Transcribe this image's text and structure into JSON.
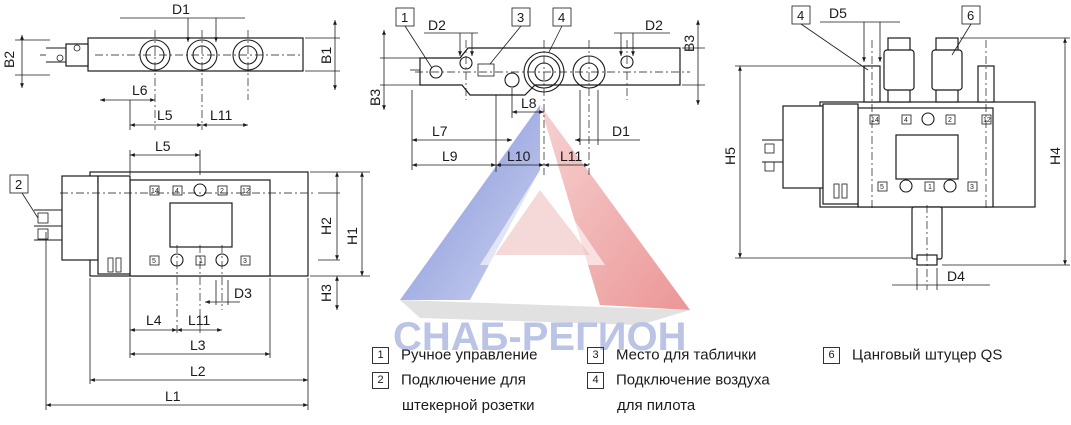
{
  "watermark": {
    "text": "СНАБ-РЕГИОН",
    "colors": {
      "blue": "#5b6fc8",
      "red": "#e05a5a",
      "grey": "#c9c9c9"
    }
  },
  "dims": {
    "D1": "D1",
    "D2": "D2",
    "D3": "D3",
    "D4": "D4",
    "D5": "D5",
    "B1": "B1",
    "B2": "B2",
    "B3": "B3",
    "L1": "L1",
    "L2": "L2",
    "L3": "L3",
    "L4": "L4",
    "L5": "L5",
    "L6": "L6",
    "L7": "L7",
    "L8": "L8",
    "L9": "L9",
    "L10": "L10",
    "L11": "L11",
    "H1": "H1",
    "H2": "H2",
    "H3": "H3",
    "H4": "H4",
    "H5": "H5"
  },
  "callouts": {
    "n1": "1",
    "n2": "2",
    "n3": "3",
    "n4": "4",
    "n6": "6"
  },
  "ports": {
    "p14": "14",
    "p4": "4",
    "p2": "2",
    "p12": "12",
    "p5": "5",
    "p1": "1",
    "p3": "3"
  },
  "legend": [
    {
      "num": "1",
      "lines": [
        "Ручное управление"
      ]
    },
    {
      "num": "2",
      "lines": [
        "Подключение для",
        "штекерной розетки"
      ]
    },
    {
      "num": "3",
      "lines": [
        "Место для таблички"
      ]
    },
    {
      "num": "4",
      "lines": [
        "Подключение воздуха",
        "для пилота"
      ]
    },
    {
      "num": "6",
      "lines": [
        "Цанговый штуцер QS"
      ]
    }
  ]
}
